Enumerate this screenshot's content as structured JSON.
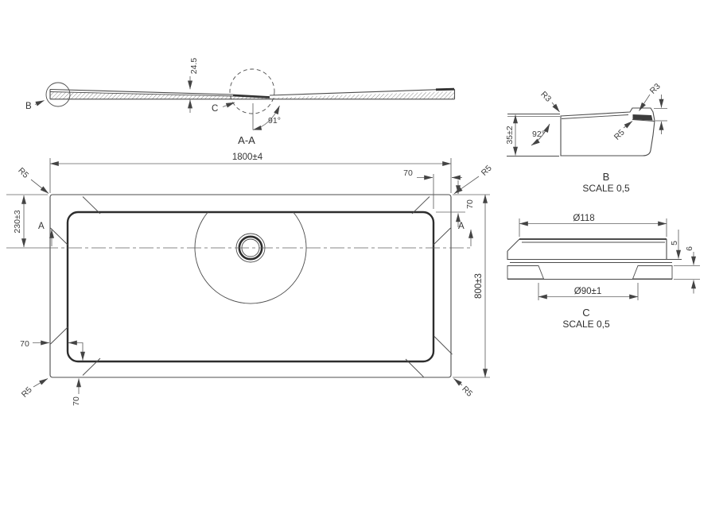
{
  "drawing": {
    "colors": {
      "background": "#ffffff",
      "line": "#4c4c4c",
      "dark_line": "#2d2d2d",
      "text": "#3d3d3d"
    },
    "section_aa": {
      "label": "A-A",
      "thickness_dim": "24.5",
      "angle_dim": "91°",
      "detail_marker_b": "B",
      "detail_marker_c": "C"
    },
    "plan_view": {
      "length_dim": "1800±4",
      "width_dim": "800±3",
      "drain_offset_dim": "230±3",
      "rim_width_dim": "70",
      "corner_radius_dim": "R5",
      "section_marker": "A"
    },
    "detail_b": {
      "label": "B",
      "scale_label": "SCALE 0,5",
      "height_dim": "35±2",
      "angle_dim": "92°",
      "radius_dim_r3": "R3",
      "radius_dim_r5": "R5"
    },
    "detail_c": {
      "label": "C",
      "scale_label": "SCALE 0,5",
      "flange_diameter_dim": "Ø118",
      "drain_diameter_dim": "Ø90±1",
      "height_dim": "5",
      "depth_dim": "6"
    }
  }
}
